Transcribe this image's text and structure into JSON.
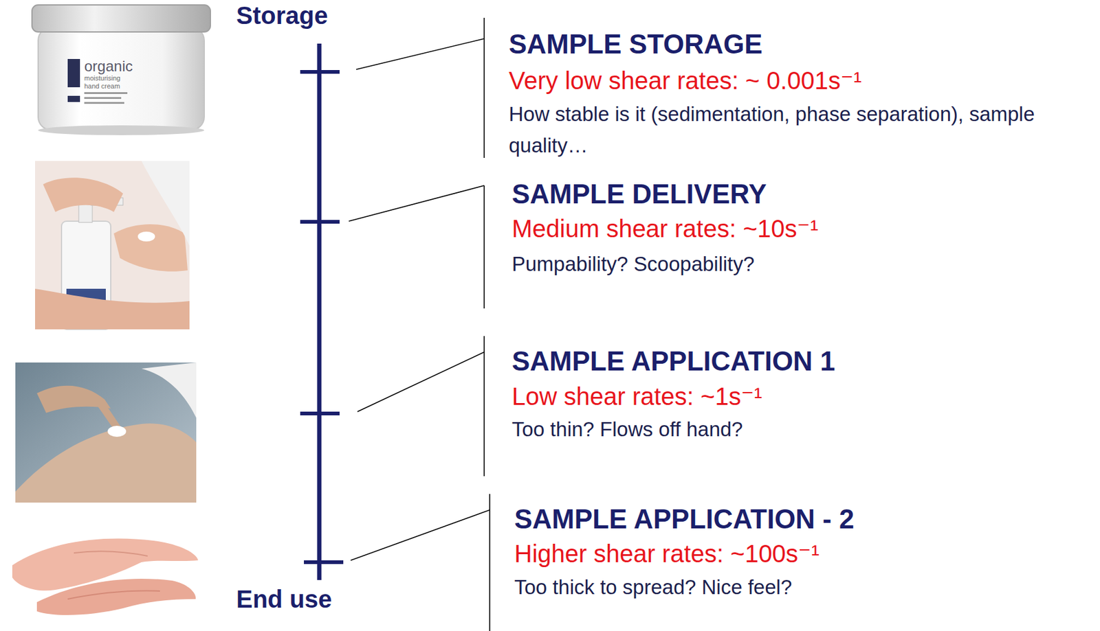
{
  "diagram": {
    "labels": [
      "Storage",
      "organic",
      "moisturising hand cream",
      "SAMPLE STORAGE",
      "Very low shear rates: ~ 0.001s⁻¹",
      "How stable is it (sedimentation, phase separation), sample quality…",
      "SAMPLE DELIVERY",
      "Medium shear rates: ~10s⁻¹",
      "Pumpability? Scoopability?",
      "SAMPLE APPLICATION 1",
      "Low shear rates: ~1s⁻¹",
      "Too thin?  Flows off hand?",
      "SAMPLE APPLICATION - 2",
      "Higher shear rates: ~100s⁻¹",
      "Too thick to spread? Nice feel?",
      "End use"
    ]
  }
}
